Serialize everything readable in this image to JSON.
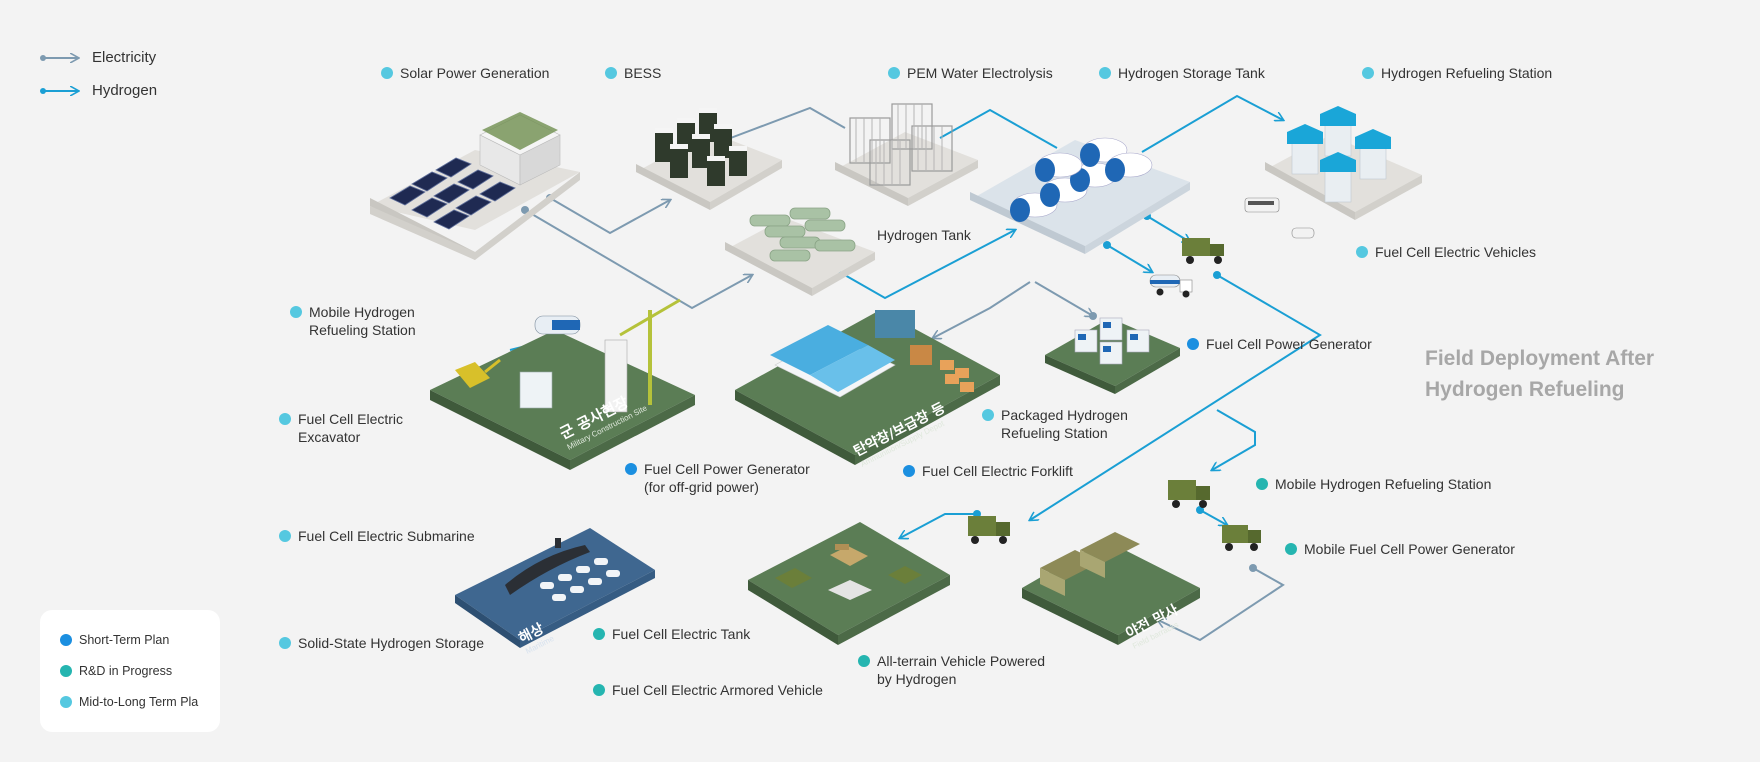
{
  "legend": {
    "electricity": "Electricity",
    "hydrogen": "Hydrogen"
  },
  "colors": {
    "electricity_line": "#7d9ab0",
    "hydrogen_line": "#1a9fd4",
    "short_term": "#1b8fe0",
    "rnd": "#25b5b0",
    "mid_long": "#55c8e0",
    "ground_green": "#5b7d55",
    "sea_blue": "#3f6790"
  },
  "status_legend": {
    "short_term": "Short-Term Plan",
    "rnd": "R&D in Progress",
    "mid_long": "Mid-to-Long Term Pla"
  },
  "heading": {
    "line1": "Field Deployment After",
    "line2": "Hydrogen Refueling"
  },
  "labels": {
    "solar": "Solar Power Generation",
    "bess": "BESS",
    "pem": "PEM Water Electrolysis",
    "storage_tank": "Hydrogen Storage Tank",
    "refueling_station": "Hydrogen Refueling Station",
    "fcev": "Fuel Cell Electric Vehicles",
    "hydrogen_tank": "Hydrogen Tank",
    "mobile_station_1": "Mobile Hydrogen",
    "mobile_station_2": "Refueling Station",
    "fc_power_gen": "Fuel Cell Power Generator",
    "excavator_1": "Fuel Cell Electric",
    "excavator_2": "Excavator",
    "packaged_1": "Packaged Hydrogen",
    "packaged_2": "Refueling Station",
    "offgrid_1": "Fuel Cell Power Generator",
    "offgrid_2": "(for off-grid power)",
    "forklift": "Fuel Cell Electric Forklift",
    "mobile_station_field": "Mobile Hydrogen Refueling Station",
    "submarine": "Fuel Cell Electric Submarine",
    "mobile_fc_gen": "Mobile Fuel Cell Power Generator",
    "solid_state": "Solid-State Hydrogen Storage",
    "tank": "Fuel Cell Electric Tank",
    "atv_1": "All-terrain Vehicle Powered",
    "atv_2": "by Hydrogen",
    "armored": "Fuel Cell Electric Armored Vehicle"
  },
  "platforms": {
    "construction_kr": "군 공사현장",
    "construction_en": "Military Construction Site",
    "depot_kr": "탄약창/보급창 등",
    "depot_en": "Ammunition/Supply Depot",
    "maritime_kr": "해상",
    "maritime_en": "Maritime",
    "barracks_kr": "야전 막사",
    "barracks_en": "Field barracks"
  },
  "icons": {
    "electricity_arrow": "arrow-right-icon",
    "hydrogen_arrow": "arrow-right-icon"
  }
}
